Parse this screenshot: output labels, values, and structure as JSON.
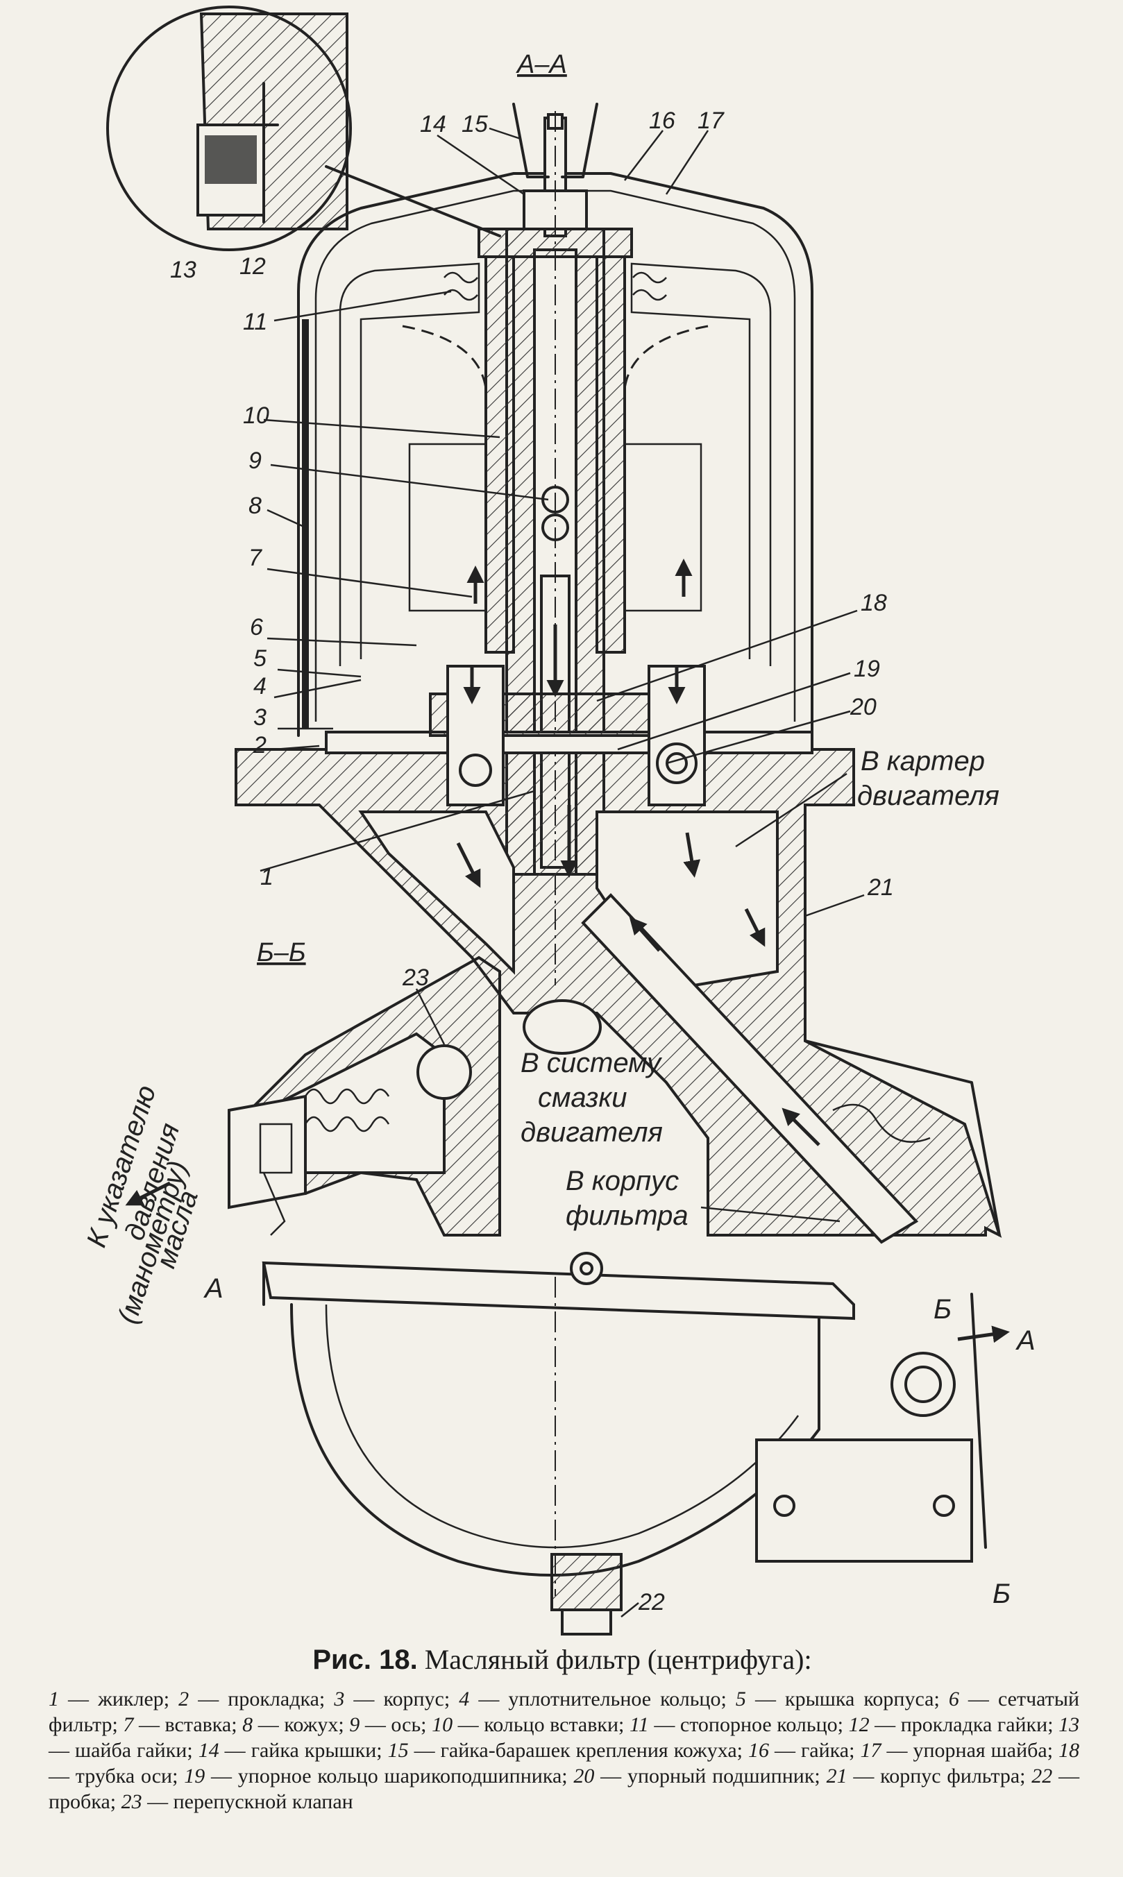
{
  "section_labels": {
    "aa": "А–А",
    "bb": "Б–Б",
    "cut_a_left": "А",
    "cut_a_right": "А",
    "cut_b_top": "Б",
    "cut_b_bottom": "Б"
  },
  "callouts": [
    "1",
    "2",
    "3",
    "4",
    "5",
    "6",
    "7",
    "8",
    "9",
    "10",
    "11",
    "12",
    "13",
    "14",
    "15",
    "16",
    "17",
    "18",
    "19",
    "20",
    "21",
    "22",
    "23"
  ],
  "notes": {
    "to_crankcase_l1": "В картер",
    "to_crankcase_l2": "двигателя",
    "to_lubrication_l1": "В систему",
    "to_lubrication_l2": "смазки",
    "to_lubrication_l3": "двигателя",
    "to_filter_l1": "В корпус",
    "to_filter_l2": "фильтра",
    "gauge_l1": "К указателю",
    "gauge_l2": "давления",
    "gauge_l3": "масла",
    "gauge_l4": "(манометру)"
  },
  "caption": {
    "label": "Рис. 18.",
    "title": "Масляный фильтр (центрифуга):"
  },
  "legend": [
    {
      "n": "1",
      "t": "жиклер;"
    },
    {
      "n": "2",
      "t": "прокладка;"
    },
    {
      "n": "3",
      "t": "корпус;"
    },
    {
      "n": "4",
      "t": "уплотнительное кольцо;"
    },
    {
      "n": "5",
      "t": "крышка корпуса;"
    },
    {
      "n": "6",
      "t": "сетчатый фильтр;"
    },
    {
      "n": "7",
      "t": "вставка;"
    },
    {
      "n": "8",
      "t": "кожух;"
    },
    {
      "n": "9",
      "t": "ось;"
    },
    {
      "n": "10",
      "t": "кольцо вставки;"
    },
    {
      "n": "11",
      "t": "стопорное кольцо;"
    },
    {
      "n": "12",
      "t": "прокладка гайки;"
    },
    {
      "n": "13",
      "t": "шайба гайки;"
    },
    {
      "n": "14",
      "t": "гайка крышки;"
    },
    {
      "n": "15",
      "t": "гайка-барашек крепления кожуха;"
    },
    {
      "n": "16",
      "t": "гайка;"
    },
    {
      "n": "17",
      "t": "упорная шайба;"
    },
    {
      "n": "18",
      "t": "трубка оси;"
    },
    {
      "n": "19",
      "t": "упорное кольцо шарикоподшипника;"
    },
    {
      "n": "20",
      "t": "упорный подшипник;"
    },
    {
      "n": "21",
      "t": "корпус фильтра;"
    },
    {
      "n": "22",
      "t": "пробка;"
    },
    {
      "n": "23",
      "t": "перепускной клапан"
    }
  ]
}
